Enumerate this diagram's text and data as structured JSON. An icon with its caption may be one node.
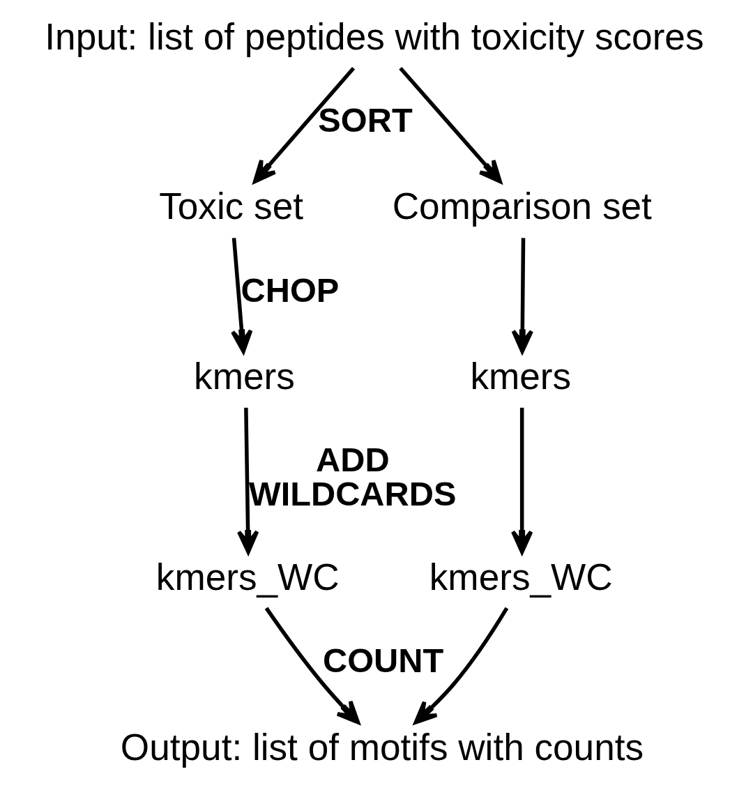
{
  "diagram": {
    "nodes": [
      {
        "text": [
          "Input: list of peptides with toxicity scores"
        ]
      },
      {
        "text": [
          "Toxic set"
        ]
      },
      {
        "text": [
          "Comparison set"
        ]
      },
      {
        "text": [
          "kmers"
        ]
      },
      {
        "text": [
          "kmers"
        ]
      },
      {
        "text": [
          "kmers_WC"
        ]
      },
      {
        "text": [
          "kmers_WC"
        ]
      },
      {
        "text": [
          "Output: list of motifs with counts"
        ]
      }
    ],
    "edges": [
      {
        "from": 0,
        "to": 1,
        "arrow": "to",
        "label": "SORT"
      },
      {
        "from": 0,
        "to": 2,
        "arrow": "to"
      },
      {
        "from": 1,
        "to": 3,
        "arrow": "to",
        "label": "CHOP"
      },
      {
        "from": 2,
        "to": 4,
        "arrow": "to"
      },
      {
        "from": 3,
        "to": 5,
        "arrow": "to",
        "label": "ADD WILDCARDS"
      },
      {
        "from": 4,
        "to": 6,
        "arrow": "to"
      },
      {
        "from": 5,
        "to": 7,
        "arrow": "to",
        "label": "COUNT"
      },
      {
        "from": 6,
        "to": 7,
        "arrow": "to"
      }
    ]
  }
}
